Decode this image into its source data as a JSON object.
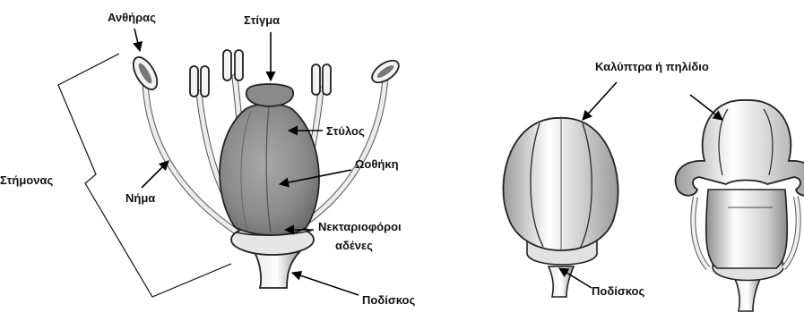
{
  "labels": {
    "anther": "Ανθήρας",
    "stigma": "Στίγμα",
    "style": "Στύλος",
    "ovary": "Ωοθήκη",
    "stamen": "Στήμονας",
    "filament": "Νήμα",
    "nectaries_line1": "Νεκταριοφόροι",
    "nectaries_line2": "αδένες",
    "receptacle": "Ποδίσκος",
    "calyptra": "Καλύπτρα ή πηλίδιο",
    "receptacle_right": "Ποδίσκος"
  }
}
